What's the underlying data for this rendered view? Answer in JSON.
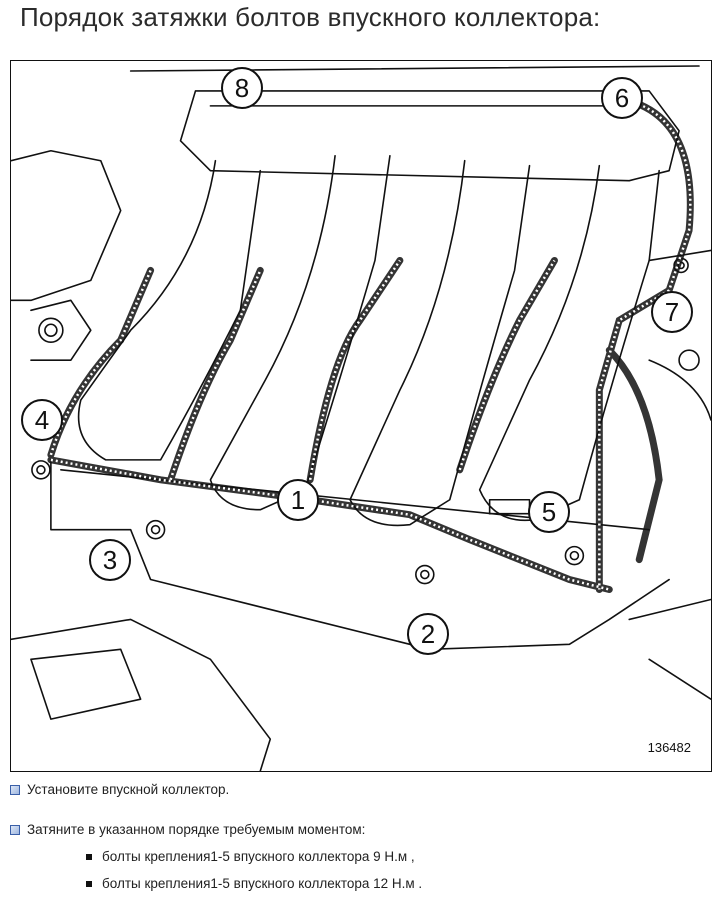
{
  "page": {
    "title": "Порядок затяжки болтов впускного коллектора:"
  },
  "figure": {
    "code": "136482",
    "callouts": [
      "1",
      "2",
      "3",
      "4",
      "5",
      "6",
      "7",
      "8"
    ]
  },
  "instructions": {
    "step1": "Установите впускной коллектор.",
    "step2": "Затяните в указанном порядке требуемым моментом:",
    "bullets": [
      "болты крепления1-5 впускного коллектора 9 Н.м ,",
      "болты крепления1-5 впускного коллектора 12 Н.м ."
    ]
  }
}
